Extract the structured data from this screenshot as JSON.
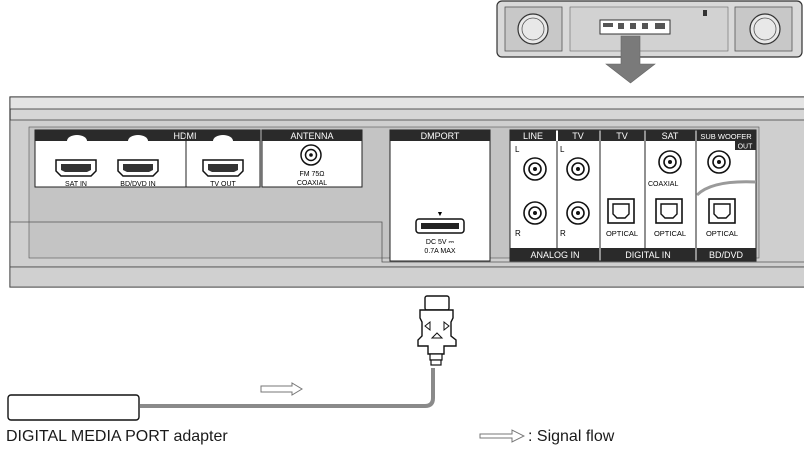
{
  "panel": {
    "hdmi": {
      "header": "HDMI",
      "ports": [
        "SAT IN",
        "BD/DVD IN",
        "TV OUT"
      ]
    },
    "antenna": {
      "header": "ANTENNA",
      "line1": "FM 75Ω",
      "line2": "COAXIAL"
    },
    "dmport": {
      "header": "DMPORT",
      "marker": "▼",
      "rating1": "DC 5V ⎓",
      "rating2": "0.7A MAX"
    },
    "analog_in": {
      "line_header": "LINE",
      "tv_header": "TV",
      "left": "L",
      "right": "R",
      "footer": "ANALOG IN"
    },
    "digital_in": {
      "tv_header": "TV",
      "sat_header": "SAT",
      "coaxial": "COAXIAL",
      "optical": "OPTICAL",
      "footer": "DIGITAL IN"
    },
    "subwoofer": {
      "header1": "SUB WOOFER",
      "header2": "OUT"
    },
    "bd_dvd": {
      "optical": "OPTICAL",
      "footer": "BD/DVD"
    }
  },
  "captions": {
    "adapter": "DIGITAL MEDIA PORT adapter",
    "signal_flow": ": Signal flow"
  }
}
